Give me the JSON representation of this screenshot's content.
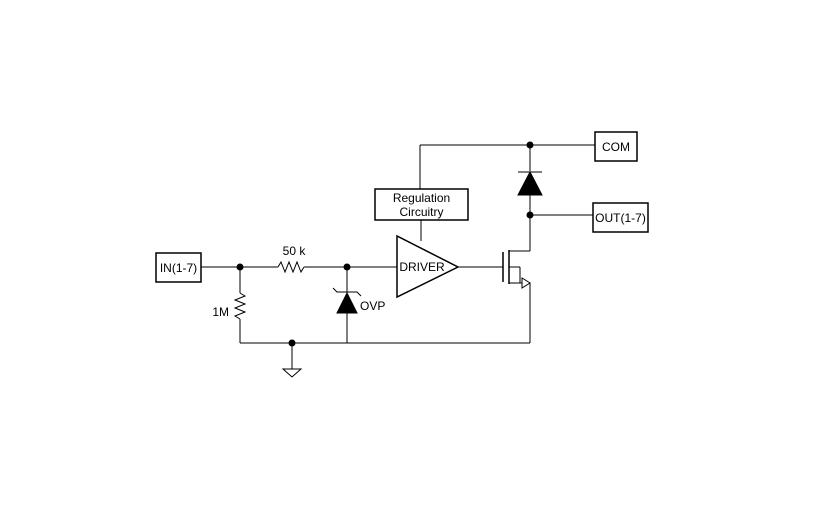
{
  "labels": {
    "input": "IN(1-7)",
    "resistor_series": "50 k",
    "resistor_pulldown": "1M",
    "regulation_line1": "Regulation",
    "regulation_line2": "Circuitry",
    "driver": "DRIVER",
    "ovp": "OVP",
    "com": "COM",
    "output": "OUT(1-7)"
  },
  "icons": [
    "resistor-icon",
    "zener-diode-icon",
    "diode-icon",
    "mosfet-icon",
    "ground-icon",
    "buffer-amplifier-icon"
  ]
}
